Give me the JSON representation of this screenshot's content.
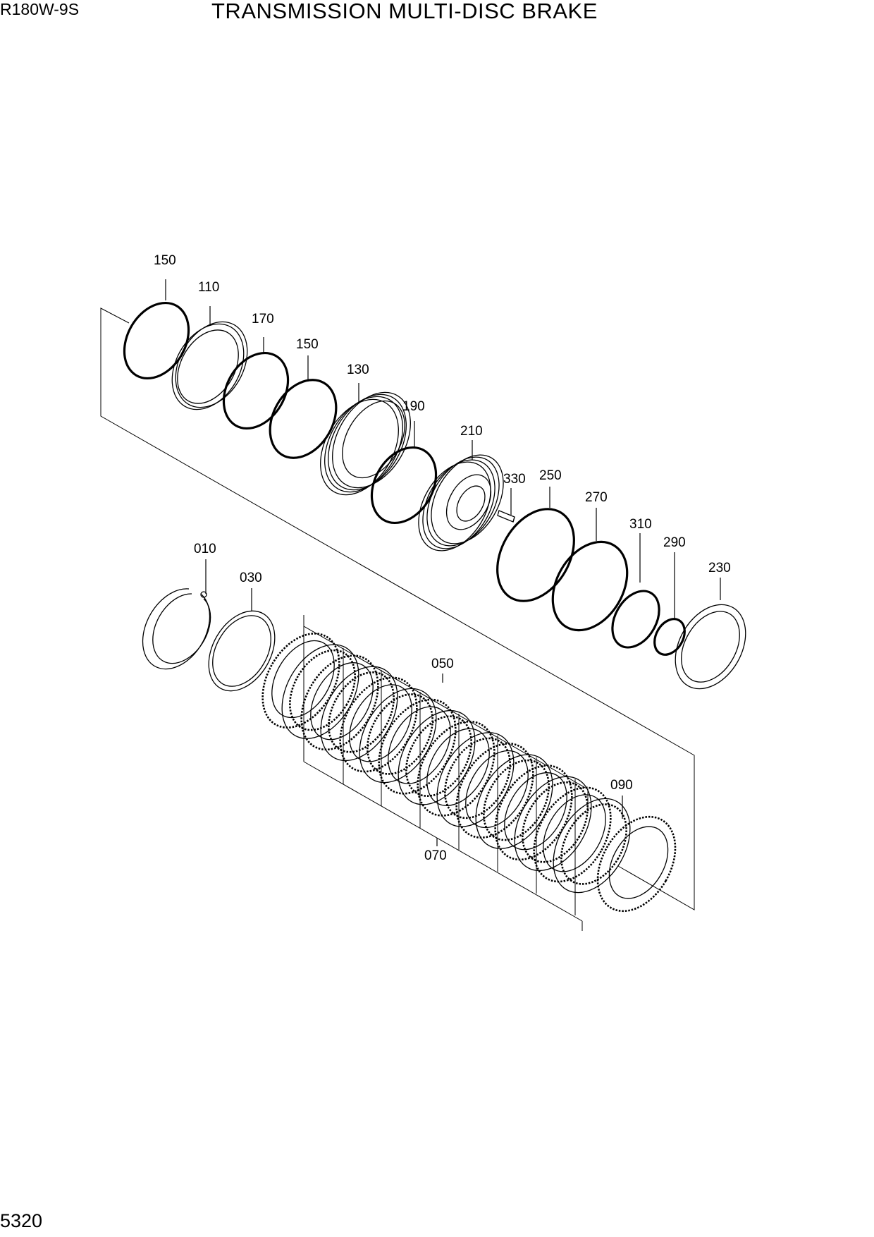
{
  "header": {
    "model": "R180W-9S",
    "title": "TRANSMISSION MULTI-DISC BRAKE"
  },
  "footer": {
    "page_number": "5320"
  },
  "callouts": [
    {
      "id": "c150a",
      "label": "150"
    },
    {
      "id": "c110",
      "label": "110"
    },
    {
      "id": "c170",
      "label": "170"
    },
    {
      "id": "c150b",
      "label": "150"
    },
    {
      "id": "c130",
      "label": "130"
    },
    {
      "id": "c190",
      "label": "190"
    },
    {
      "id": "c210",
      "label": "210"
    },
    {
      "id": "c330",
      "label": "330"
    },
    {
      "id": "c250",
      "label": "250"
    },
    {
      "id": "c270",
      "label": "270"
    },
    {
      "id": "c310",
      "label": "310"
    },
    {
      "id": "c290",
      "label": "290"
    },
    {
      "id": "c230",
      "label": "230"
    },
    {
      "id": "c010",
      "label": "010"
    },
    {
      "id": "c030",
      "label": "030"
    },
    {
      "id": "c050",
      "label": "050"
    },
    {
      "id": "c090",
      "label": "090"
    },
    {
      "id": "c070",
      "label": "070"
    }
  ]
}
